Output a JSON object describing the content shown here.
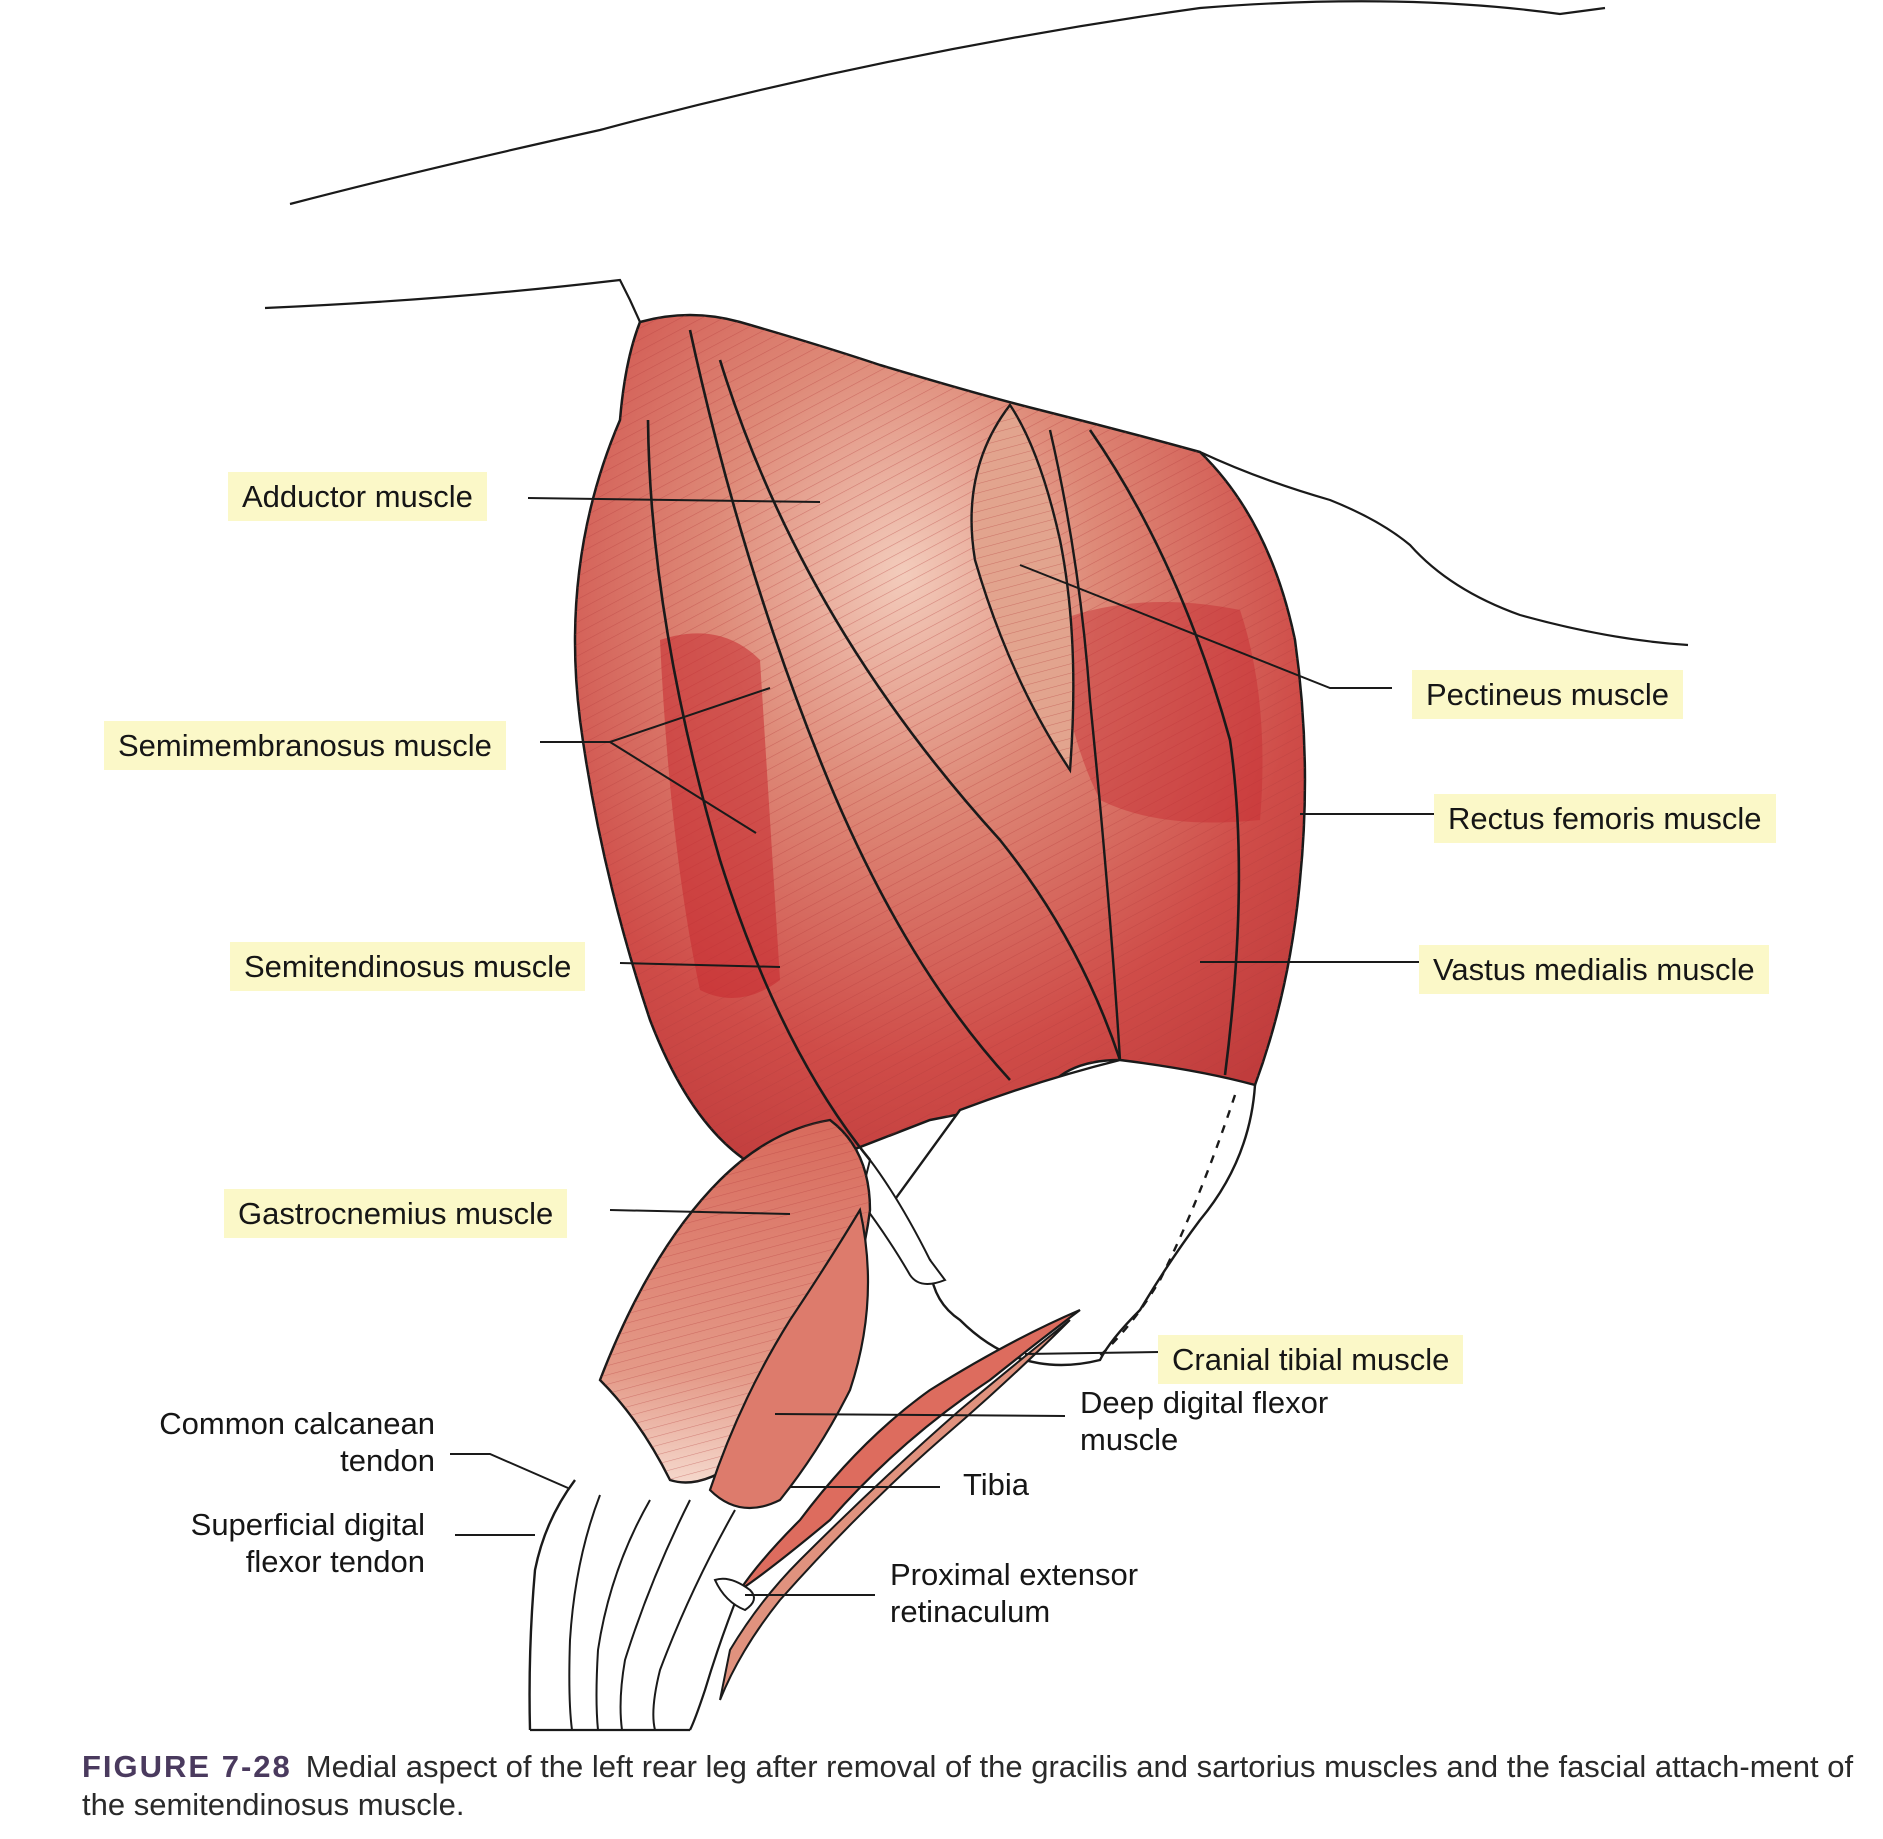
{
  "colors": {
    "muscle": "#d0584e",
    "muscle_dark": "#b8242c",
    "fiber": "#b23a3a",
    "highlight": "#fbf8c8",
    "outline": "#1a1a1a"
  },
  "labels": {
    "adductor": "Adductor muscle",
    "semimembranosus": "Semimembranosus muscle",
    "semitendinosus": "Semitendinosus muscle",
    "gastrocnemius": "Gastrocnemius muscle",
    "pectineus": "Pectineus muscle",
    "rectus_femoris": "Rectus femoris muscle",
    "vastus_medialis": "Vastus medialis muscle",
    "cranial_tibial": "Cranial tibial muscle",
    "deep_digital_flexor": [
      "Deep digital flexor",
      "muscle"
    ],
    "common_calcanean": [
      "Common calcanean",
      "tendon"
    ],
    "tibia": "Tibia",
    "superficial_digital_flexor": [
      "Superficial digital",
      "flexor tendon"
    ],
    "proximal_extensor": [
      "Proximal extensor",
      "retinaculum"
    ]
  },
  "caption": {
    "figure_number": "FIGURE 7-28",
    "text": "Medial aspect of the left rear leg after removal of the gracilis and sartorius muscles and the fascial attach-ment of the semitendinosus muscle."
  }
}
